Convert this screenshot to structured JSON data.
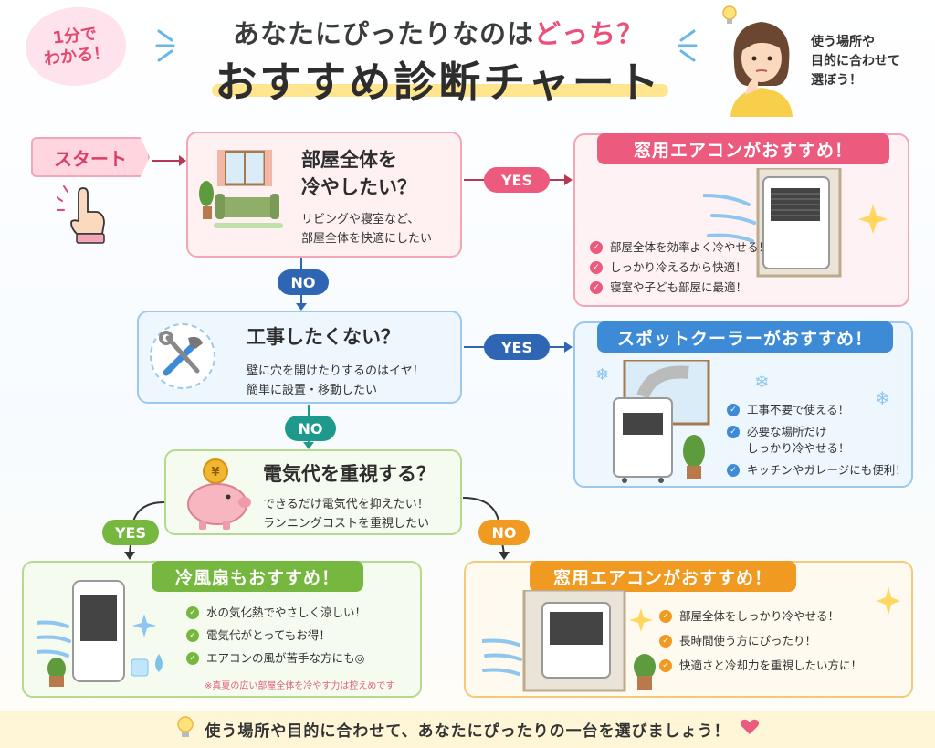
{
  "header": {
    "badge_line1": "1分で",
    "badge_line2": "わかる！",
    "title_prefix": "あなたにぴったりなのは",
    "title_highlight": "どっち？",
    "title_main": "おすすめ診断チャート",
    "side_note_line1": "使う場所や",
    "side_note_line2": "目的に合わせて",
    "side_note_line3": "選ぼう！"
  },
  "start": {
    "label": "スタート"
  },
  "question1": {
    "title_line1": "部屋全体を",
    "title_line2": "冷やしたい？",
    "text_line1": "リビングや寝室など、",
    "text_line2": "部屋全体を快適にしたい",
    "yes_label": "YES",
    "no_label": "NO"
  },
  "question2": {
    "title": "工事したくない？",
    "text_line1": "壁に穴を開けたりするのはイヤ！",
    "text_line2": "簡単に設置・移動したい",
    "yes_label": "YES",
    "no_label": "NO"
  },
  "question3": {
    "title": "電気代を重視する？",
    "text_line1": "できるだけ電気代を抑えたい！",
    "text_line2": "ランニングコストを重視したい",
    "coin": "¥",
    "yes_label": "YES",
    "no_label": "NO"
  },
  "result_window_ac_top": {
    "title": "窓用エアコンがおすすめ！",
    "bullets": [
      "部屋全体を効率よく冷やせる！",
      "しっかり冷えるから快適！",
      "寝室や子ども部屋に最適！"
    ]
  },
  "result_spot_cooler": {
    "title": "スポットクーラーがおすすめ！",
    "bullets": [
      "工事不要で使える！",
      "必要な場所だけ",
      "しっかり冷やせる！",
      "キッチンやガレージにも便利！"
    ]
  },
  "result_cool_fan": {
    "title": "冷風扇もおすすめ！",
    "bullets": [
      "水の気化熱でやさしく涼しい！",
      "電気代がとってもお得！",
      "エアコンの風が苦手な方にも◎"
    ],
    "note": "※真夏の広い部屋全体を冷やす力は控えめです"
  },
  "result_window_ac_bottom": {
    "title": "窓用エアコンがおすすめ！",
    "bullets": [
      "部屋全体をしっかり冷やせる！",
      "長時間使う方にぴったり！",
      "快適さと冷却力を重視したい方に！"
    ]
  },
  "footer": {
    "text": "使う場所や目的に合わせて、あなたにぴったりの一台を選びましょう！"
  },
  "colors": {
    "pink": "#ec5a7e",
    "blue": "#3d8ad6",
    "green": "#76b83f",
    "orange": "#f09a22",
    "navy": "#2f66b3",
    "teal": "#1e9a8c"
  },
  "icons": [
    "pointing-hand-icon",
    "sofa-icon",
    "tools-icon",
    "piggy-bank-icon",
    "window-ac-icon",
    "spot-cooler-icon",
    "cool-fan-icon",
    "lightbulb-icon",
    "heart-icon",
    "sparkle-icon",
    "snowflake-icon",
    "woman-avatar"
  ]
}
